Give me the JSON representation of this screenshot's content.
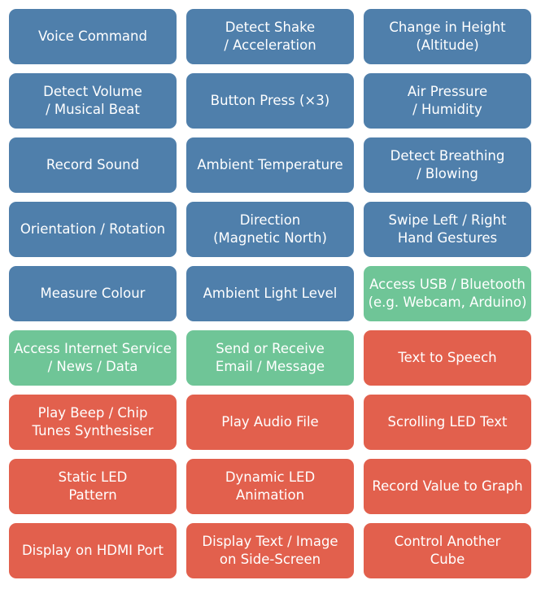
{
  "tiles": [
    {
      "lines": [
        "Voice Command"
      ],
      "category": "input"
    },
    {
      "lines": [
        "Detect Shake",
        "/ Acceleration"
      ],
      "category": "input"
    },
    {
      "lines": [
        "Change in Height",
        "(Altitude)"
      ],
      "category": "input"
    },
    {
      "lines": [
        "Detect Volume",
        "/ Musical Beat"
      ],
      "category": "input"
    },
    {
      "lines": [
        "Button Press (×3)"
      ],
      "category": "input"
    },
    {
      "lines": [
        "Air Pressure",
        "/ Humidity"
      ],
      "category": "input"
    },
    {
      "lines": [
        "Record Sound"
      ],
      "category": "input"
    },
    {
      "lines": [
        "Ambient Temperature"
      ],
      "category": "input"
    },
    {
      "lines": [
        "Detect Breathing",
        "/ Blowing"
      ],
      "category": "input"
    },
    {
      "lines": [
        "Orientation / Rotation"
      ],
      "category": "input"
    },
    {
      "lines": [
        "Direction",
        "(Magnetic North)"
      ],
      "category": "input"
    },
    {
      "lines": [
        "Swipe Left / Right",
        "Hand Gestures"
      ],
      "category": "input"
    },
    {
      "lines": [
        "Measure Colour"
      ],
      "category": "input"
    },
    {
      "lines": [
        "Ambient Light Level"
      ],
      "category": "input"
    },
    {
      "lines": [
        "Access USB / Bluetooth",
        "(e.g. Webcam, Arduino)"
      ],
      "category": "connect"
    },
    {
      "lines": [
        "Access Internet Service",
        "/ News / Data"
      ],
      "category": "connect"
    },
    {
      "lines": [
        "Send or Receive",
        "Email / Message"
      ],
      "category": "connect"
    },
    {
      "lines": [
        "Text to Speech"
      ],
      "category": "output"
    },
    {
      "lines": [
        "Play Beep / Chip",
        "Tunes Synthesiser"
      ],
      "category": "output"
    },
    {
      "lines": [
        "Play Audio File"
      ],
      "category": "output"
    },
    {
      "lines": [
        "Scrolling LED Text"
      ],
      "category": "output"
    },
    {
      "lines": [
        "Static LED",
        "Pattern"
      ],
      "category": "output"
    },
    {
      "lines": [
        "Dynamic LED",
        "Animation"
      ],
      "category": "output"
    },
    {
      "lines": [
        "Record Value to Graph"
      ],
      "category": "output"
    },
    {
      "lines": [
        "Display on HDMI Port"
      ],
      "category": "output"
    },
    {
      "lines": [
        "Display Text / Image",
        "on Side-Screen"
      ],
      "category": "output"
    },
    {
      "lines": [
        "Control Another",
        "Cube"
      ],
      "category": "output"
    }
  ],
  "colors": {
    "input": "#4f7fab",
    "connect": "#6fc597",
    "output": "#e2604d"
  }
}
